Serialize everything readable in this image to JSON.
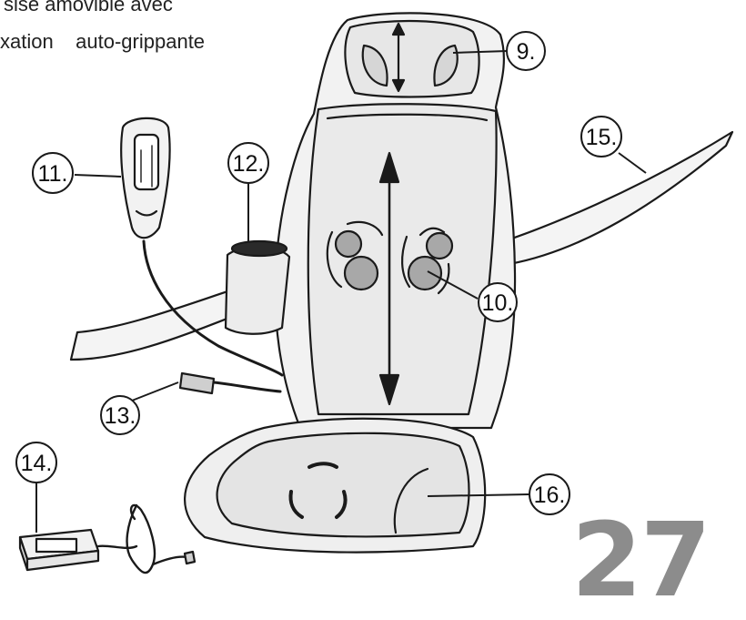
{
  "caption": {
    "line1": "sise amovible avec",
    "line2": "xation    auto-grippante"
  },
  "callouts": [
    {
      "id": "c9",
      "label": "9."
    },
    {
      "id": "c10",
      "label": "10."
    },
    {
      "id": "c11",
      "label": "11."
    },
    {
      "id": "c12",
      "label": "12."
    },
    {
      "id": "c13",
      "label": "13."
    },
    {
      "id": "c14",
      "label": "14."
    },
    {
      "id": "c15",
      "label": "15."
    },
    {
      "id": "c16",
      "label": "16."
    }
  ],
  "page_number": "27"
}
